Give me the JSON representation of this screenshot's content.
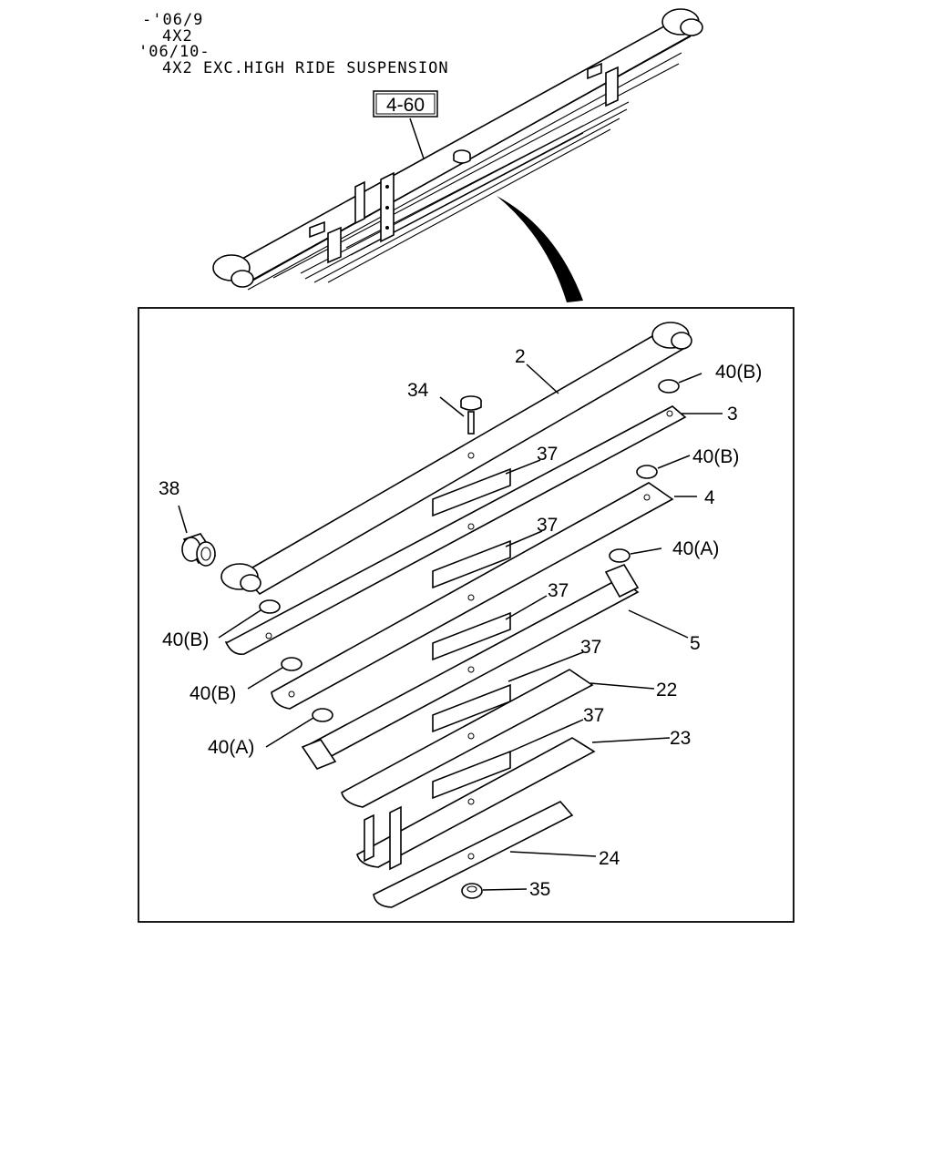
{
  "header": {
    "lines": [
      "-'06/9",
      "4X2",
      "'06/10-",
      "4X2 EXC.HIGH RIDE SUSPENSION"
    ],
    "ref_box": "4-60"
  },
  "callouts": {
    "c2": "2",
    "c3": "3",
    "c4": "4",
    "c5": "5",
    "c22": "22",
    "c23": "23",
    "c24": "24",
    "c34": "34",
    "c35": "35",
    "c38": "38",
    "c37a": "37",
    "c37b": "37",
    "c37c": "37",
    "c37d": "37",
    "c37e": "37",
    "c40b_1": "40(B)",
    "c40b_2": "40(B)",
    "c40a_1": "40(A)",
    "c40b_3": "40(B)",
    "c40b_4": "40(B)",
    "c40a_2": "40(A)"
  }
}
